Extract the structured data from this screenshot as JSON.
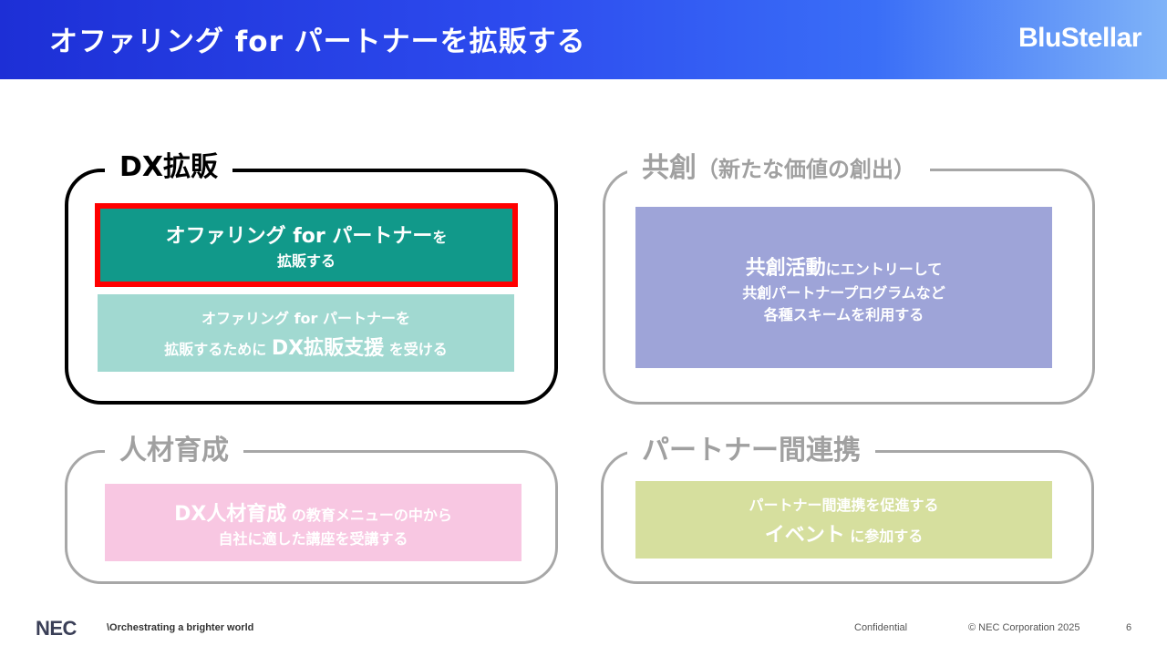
{
  "header": {
    "title": "オファリング for パートナーを拡販する",
    "brand": "BluStellar"
  },
  "panels": {
    "dx": {
      "title": "DX拡販",
      "box1": {
        "line1_main": "オファリング for パートナー",
        "line1_suffix": "を",
        "line2": "拡販する"
      },
      "box2": {
        "line1": "オファリング for パートナーを",
        "line2_prefix": "拡販するために",
        "line2_main": "DX拡販支援",
        "line2_suffix": "を受ける"
      }
    },
    "kyoso": {
      "title": "共創",
      "title_sub": "（新たな価値の創出）",
      "box": {
        "line1_main": "共創活動",
        "line1_suffix": "にエントリーして",
        "line2": "共創パートナープログラムなど",
        "line3": "各種スキームを利用する"
      }
    },
    "jinzai": {
      "title": "人材育成",
      "box": {
        "line1_main": "DX人材育成",
        "line1_suffix": "の教育メニューの中から",
        "line2": "自社に適した講座を受講する"
      }
    },
    "partner": {
      "title": "パートナー間連携",
      "box": {
        "line1": "パートナー間連携を促進する",
        "line2_main": "イベント",
        "line2_suffix": "に参加する"
      }
    }
  },
  "footer": {
    "logo": "NEC",
    "tagline": "\\Orchestrating a brighter world",
    "confidential": "Confidential",
    "copyright": "© NEC Corporation 2025",
    "page": "6"
  }
}
